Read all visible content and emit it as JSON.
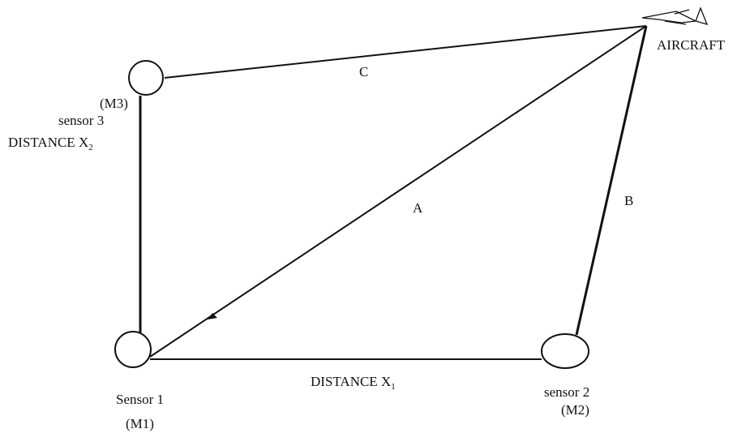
{
  "colors": {
    "ink": "#111111",
    "background": "#ffffff"
  },
  "aircraft": {
    "label": "AIRCRAFT",
    "icon": "aircraft-icon"
  },
  "sensors": {
    "sensor1": {
      "name": "Sensor 1",
      "code": "(M1)"
    },
    "sensor2": {
      "name": "sensor 2",
      "code": "(M2)"
    },
    "sensor3": {
      "name": "sensor 3",
      "code": "(M3)"
    }
  },
  "lines": {
    "a": "A",
    "b": "B",
    "c": "C"
  },
  "distances": {
    "x1": {
      "text": "DISTANCE X",
      "subscript": "1"
    },
    "x2": {
      "text": "DISTANCE X",
      "subscript": "2"
    }
  }
}
